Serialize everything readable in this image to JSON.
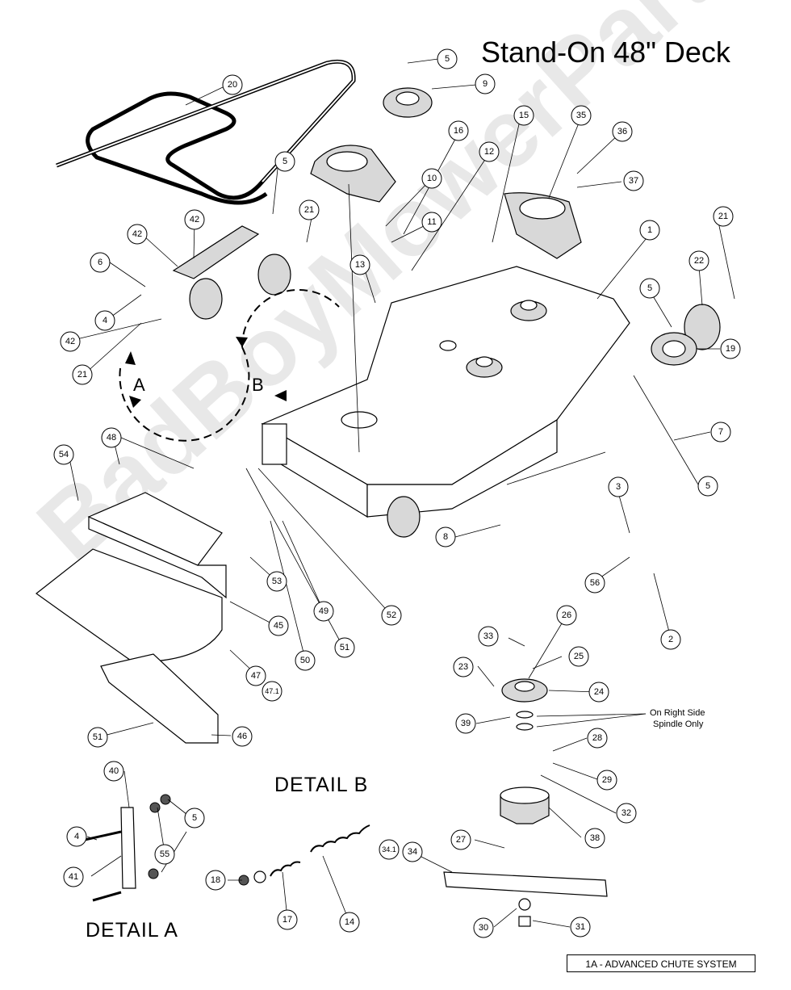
{
  "title": "Stand-On 48\" Deck",
  "detail_a_label": "DETAIL  A",
  "detail_b_label": "DETAIL  B",
  "view_a_letter": "A",
  "view_b_letter": "B",
  "note": {
    "line1": "On Right Side",
    "line2": "Spindle Only"
  },
  "footer": "1A - ADVANCED CHUTE SYSTEM",
  "watermark": "BadBoyMowerParts.com",
  "callouts": [
    "1",
    "2",
    "3",
    "4",
    "5",
    "6",
    "7",
    "8",
    "9",
    "10",
    "11",
    "12",
    "13",
    "14",
    "15",
    "16",
    "17",
    "18",
    "19",
    "20",
    "21",
    "22",
    "23",
    "24",
    "25",
    "26",
    "27",
    "28",
    "29",
    "30",
    "31",
    "32",
    "33",
    "34",
    "34.1",
    "35",
    "36",
    "37",
    "38",
    "39",
    "40",
    "41",
    "42",
    "45",
    "46",
    "47",
    "47.1",
    "48",
    "49",
    "50",
    "51",
    "52",
    "53",
    "54",
    "55",
    "56"
  ]
}
